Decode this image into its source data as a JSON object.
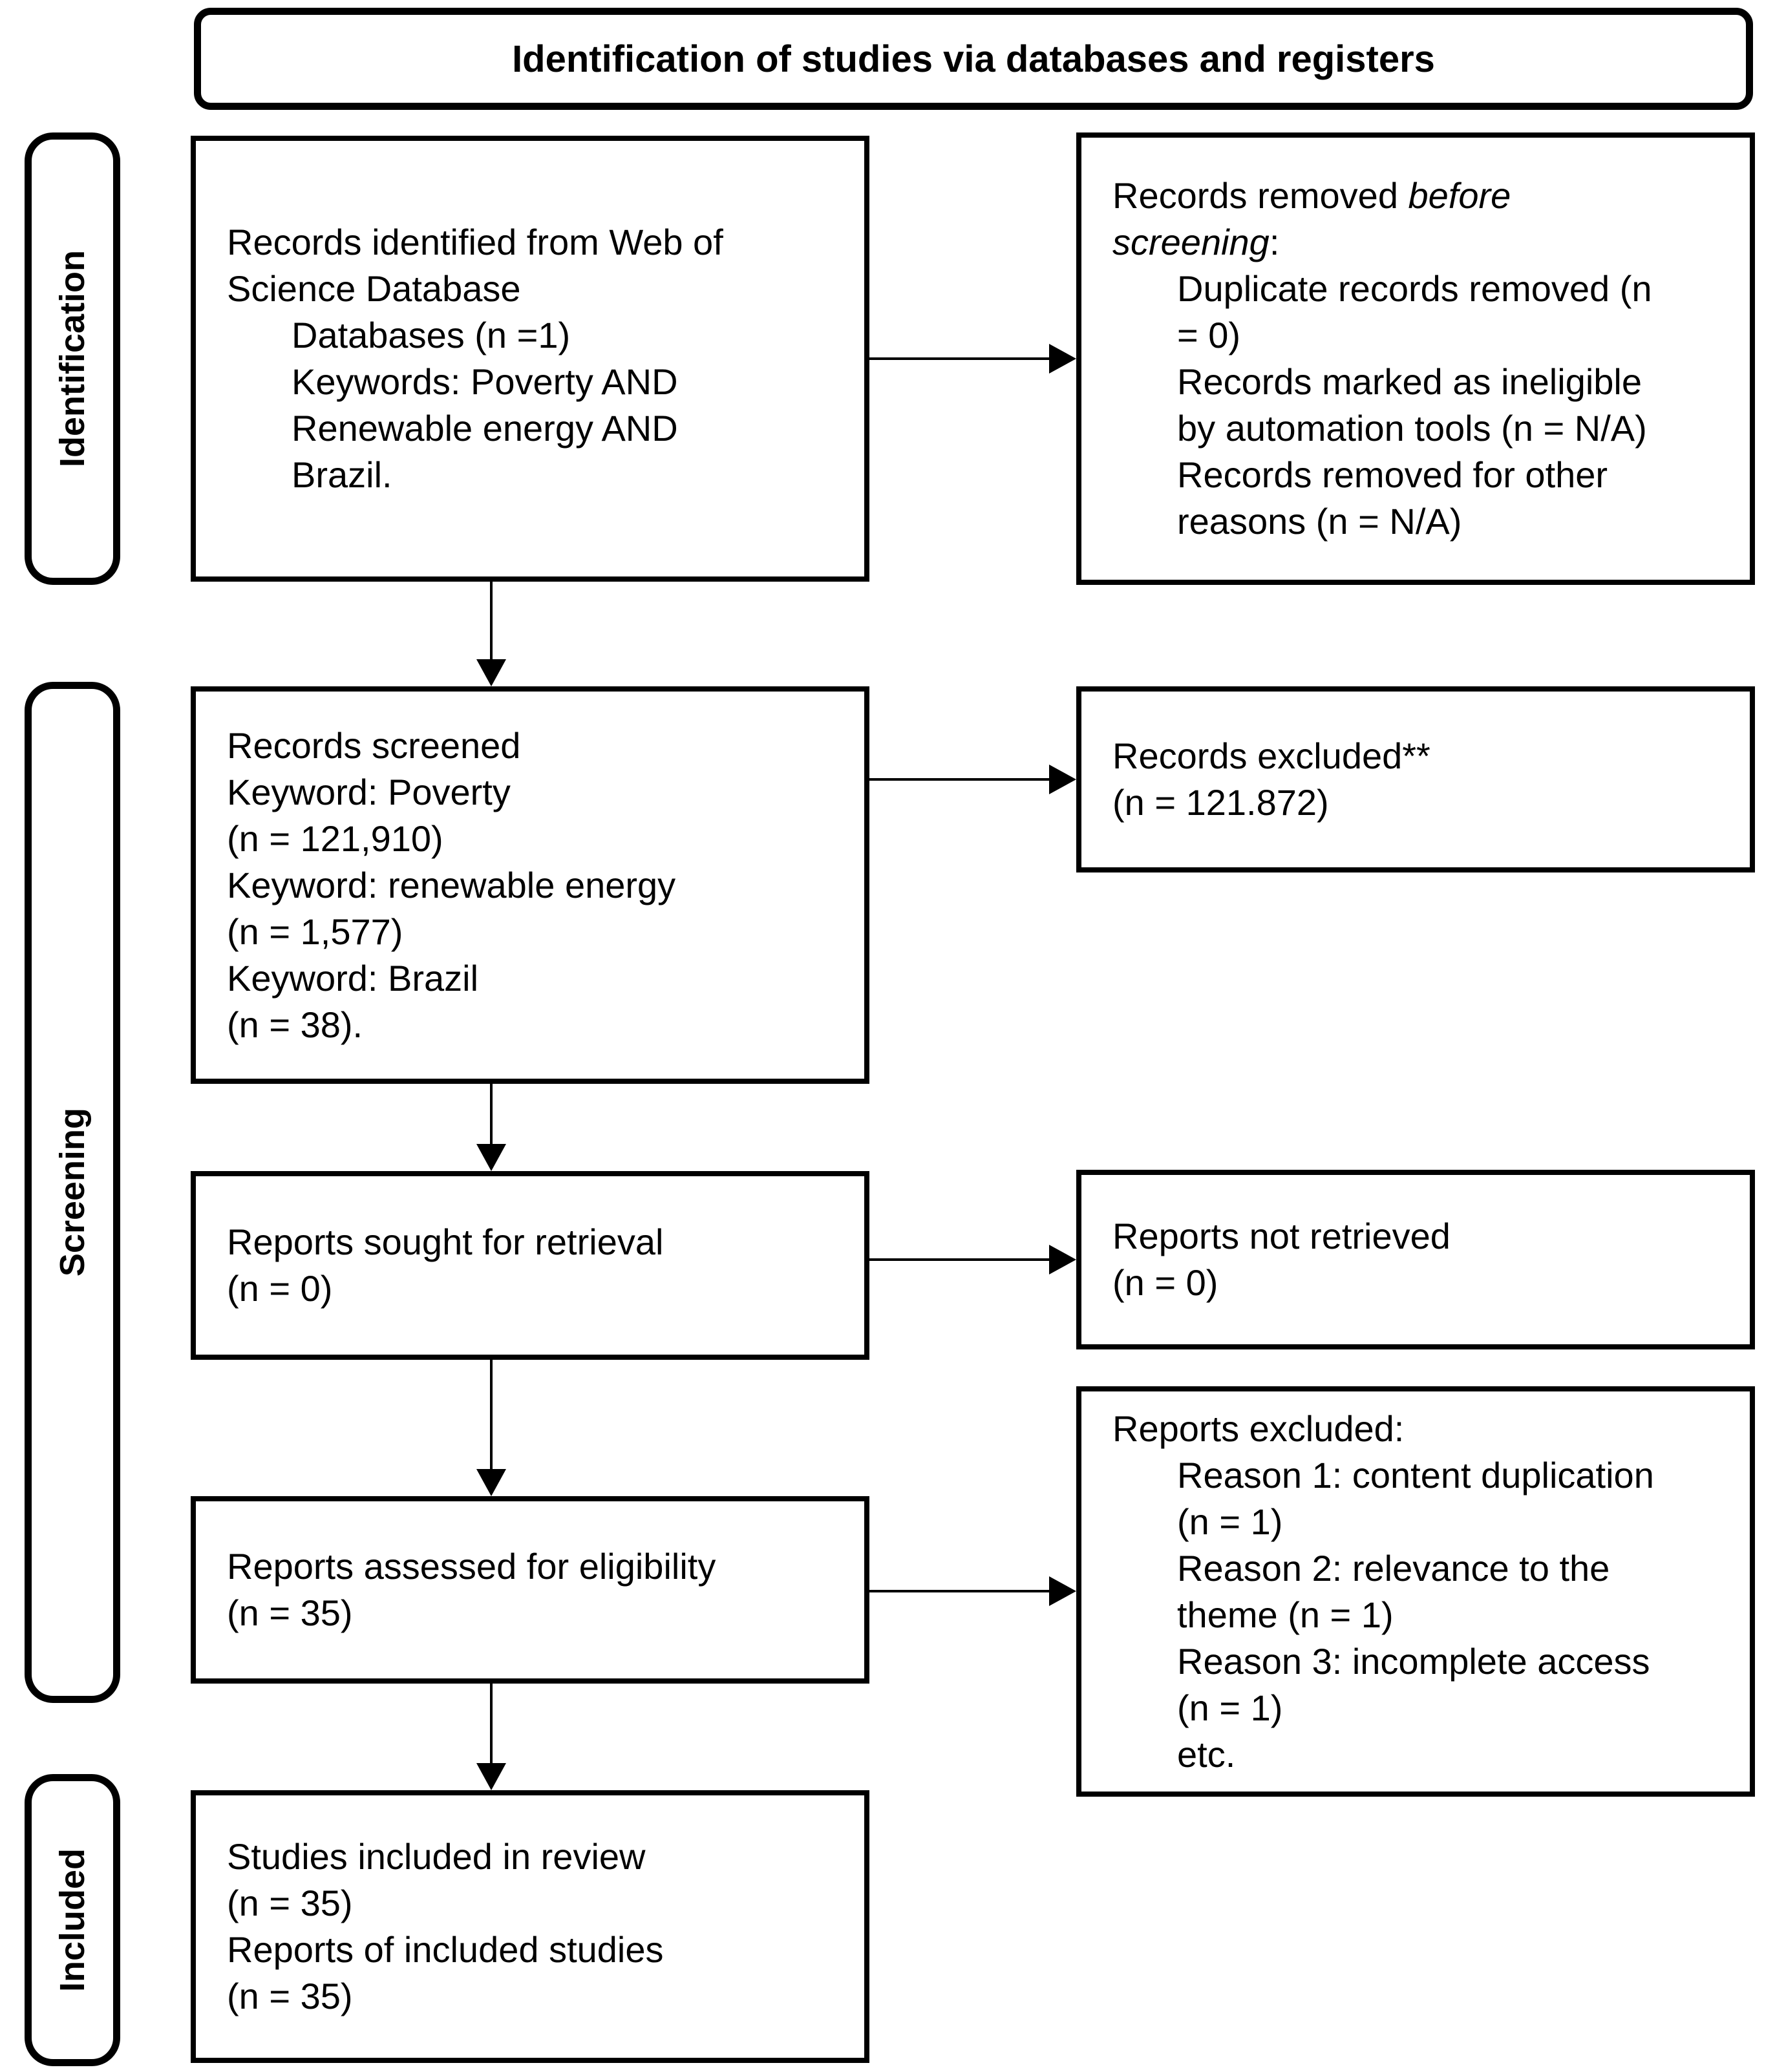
{
  "title": "Identification of studies via databases and registers",
  "colors": {
    "ink": "#000000",
    "background": "#ffffff"
  },
  "sidebar": {
    "identification": "Identification",
    "screening": "Screening",
    "included": "Included"
  },
  "boxes": {
    "records_identified": {
      "lines": [
        "Records identified from Web of",
        "Science Database"
      ],
      "indented": [
        "Databases (n =1)",
        "Keywords: Poverty AND",
        "Renewable energy AND",
        "Brazil."
      ]
    },
    "records_removed": {
      "line1_regular": "Records removed ",
      "line1_italic": "before",
      "line2_italic": "screening",
      "line2_regular": ":",
      "indented": [
        "Duplicate records removed (n",
        "= 0)",
        "Records marked as ineligible",
        "by automation tools (n = N/A)",
        "Records removed for other",
        "reasons (n = N/A)"
      ]
    },
    "records_screened": {
      "lines": [
        "Records screened",
        "Keyword: Poverty",
        "(n = 121,910)",
        "Keyword: renewable energy",
        "(n = 1,577)",
        "Keyword: Brazil",
        "(n = 38)."
      ]
    },
    "records_excluded": {
      "lines": [
        "Records excluded**",
        "(n = 121.872)"
      ]
    },
    "reports_sought": {
      "lines": [
        "Reports sought for retrieval",
        "(n = 0)"
      ]
    },
    "reports_not_retrieved": {
      "lines": [
        "Reports not retrieved",
        "(n = 0)"
      ]
    },
    "reports_assessed": {
      "lines": [
        "Reports assessed for eligibility",
        "(n = 35)"
      ]
    },
    "reports_excluded": {
      "lines": [
        "Reports excluded:"
      ],
      "indented": [
        "Reason 1: content duplication",
        "(n = 1)",
        "Reason 2: relevance to the",
        "theme (n = 1)",
        "Reason 3: incomplete access",
        "(n = 1)",
        "etc."
      ]
    },
    "studies_included": {
      "lines": [
        "Studies included in review",
        "(n = 35)",
        "Reports of included studies",
        "(n = 35)"
      ]
    }
  }
}
